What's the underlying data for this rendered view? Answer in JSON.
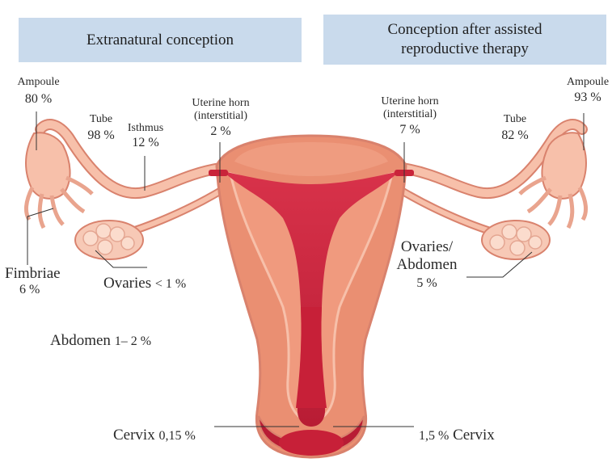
{
  "headers": {
    "left": "Extranatural conception",
    "right_line1": "Conception after assisted",
    "right_line2": "reproductive therapy"
  },
  "left": {
    "ampoule": {
      "name": "Ampoule",
      "value": "80 %"
    },
    "tube": {
      "name": "Tube",
      "value": "98 %"
    },
    "isthmus": {
      "name": "Isthmus",
      "value": "12 %"
    },
    "uterine_horn": {
      "name_line1": "Uterine horn",
      "name_line2": "(interstitial)",
      "value": "2 %"
    },
    "fimbriae": {
      "name": "Fimbriae",
      "value": "6 %"
    },
    "ovaries": {
      "name": "Ovaries",
      "value": "< 1 %"
    },
    "abdomen": {
      "name": "Abdomen",
      "value": "1– 2 %"
    },
    "cervix": {
      "name": "Cervix",
      "value": "0,15 %"
    }
  },
  "right": {
    "ampoule": {
      "name": "Ampoule",
      "value": "93 %"
    },
    "tube": {
      "name": "Tube",
      "value": "82 %"
    },
    "uterine_horn": {
      "name_line1": "Uterine horn",
      "name_line2": "(interstitial)",
      "value": "7 %"
    },
    "ovaries_abdomen": {
      "name_line1": "Ovaries/",
      "name_line2": "Abdomen",
      "value": "5 %"
    },
    "cervix": {
      "name": "Cervix",
      "value": "1,5 %"
    }
  },
  "colors": {
    "header_bg": "#c9daec",
    "tissue_light": "#f7c0aa",
    "tissue_mid": "#ea8f72",
    "tissue_dark": "#c9243a",
    "outline": "#d9826d"
  }
}
